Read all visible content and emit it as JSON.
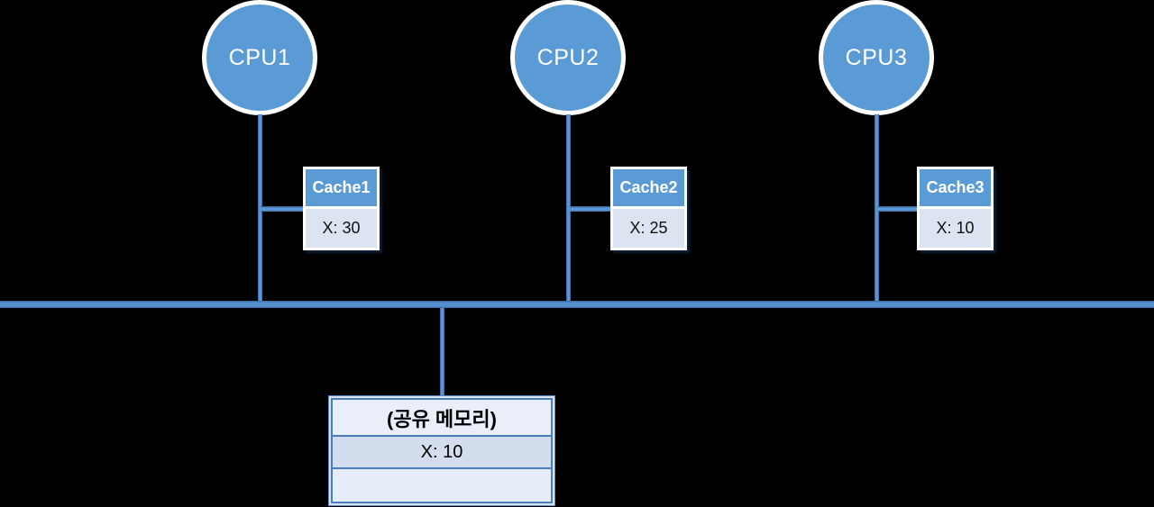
{
  "diagram": {
    "title": "multiprocessor-cache-coherence",
    "cpus": [
      {
        "label": "CPU1"
      },
      {
        "label": "CPU2"
      },
      {
        "label": "CPU3"
      }
    ],
    "caches": [
      {
        "title": "Cache1",
        "value": "X: 30"
      },
      {
        "title": "Cache2",
        "value": "X: 25"
      },
      {
        "title": "Cache3",
        "value": "X: 10"
      }
    ],
    "shared_memory": {
      "title": "(공유 메모리)",
      "value": "X: 10",
      "empty_row": ""
    },
    "colors": {
      "node_blue": "#5b9bd5",
      "line_blue": "#4d84c4",
      "cache_header_bg": "#5b9bd5",
      "cache_body_bg": "#dce4f1",
      "memory_border": "#4a7ebb",
      "memory_row_light": "#e9eef9",
      "memory_row_dark": "#d3ddee",
      "background": "#000000"
    }
  }
}
